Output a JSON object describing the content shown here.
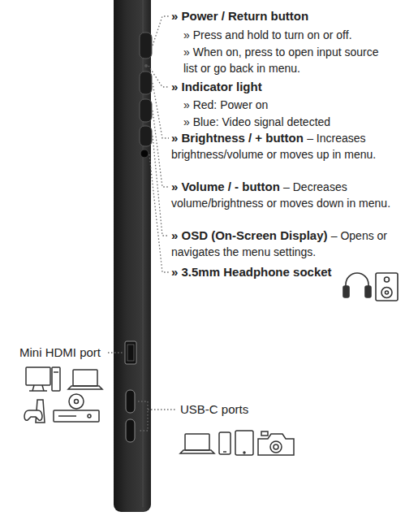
{
  "diagram": {
    "labels": [
      "» Power / Return button",
      "» Press and hold to turn on or off.",
      "» When on, press to open input source list or go back in menu.",
      "» Indicator light",
      "» Red: Power on",
      "» Blue: Video signal detected",
      "» Brightness / + button",
      "– Increases brightness/volume or moves up in menu.",
      "» Volume / - button",
      "– Decreases volume/brightness or moves down in menu.",
      "» OSD (On-Screen Display)",
      "– Opens or navigates the menu settings.",
      "» 3.5mm Headphone socket",
      "Mini HDMI port",
      "USB-C ports"
    ]
  }
}
